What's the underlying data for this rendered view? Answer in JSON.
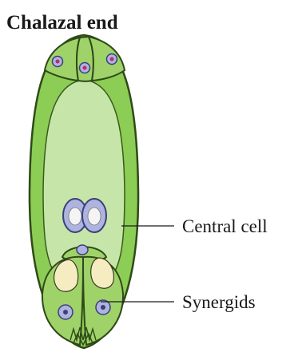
{
  "diagram": {
    "title": "Chalazal end",
    "labels": {
      "central_cell": "Central cell",
      "synergids": "Synergids"
    },
    "colors": {
      "sac_fill": "#c5e6a8",
      "sac_outline": "#2f4a17",
      "sac_rim": "#8ccd55",
      "cell_fill": "#9fd36a",
      "nucleus_fill": "#aeb3e0",
      "nucleus_outline": "#3b3f7a",
      "vacuole_fill": "#f5ecc2",
      "antipodal_dot": "#c0296a"
    }
  }
}
